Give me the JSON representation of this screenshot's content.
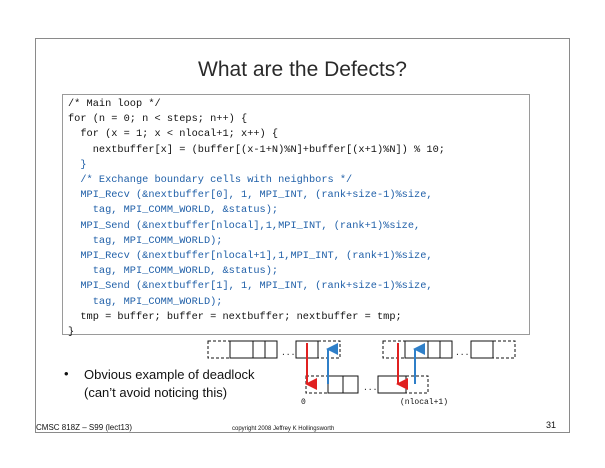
{
  "slide": {
    "title": "What are the Defects?",
    "code_lines": [
      {
        "text": "/* Main loop */",
        "color": "black"
      },
      {
        "text": "for (n = 0; n < steps; n++) {",
        "color": "black"
      },
      {
        "text": "  for (x = 1; x < nlocal+1; x++) {",
        "color": "black"
      },
      {
        "text": "    nextbuffer[x] = (buffer[(x-1+N)%N]+buffer[(x+1)%N]) % 10;",
        "color": "black"
      },
      {
        "text": "  }",
        "color": "blue"
      },
      {
        "text": "  /* Exchange boundary cells with neighbors */",
        "color": "blue"
      },
      {
        "text": "  MPI_Recv (&nextbuffer[0], 1, MPI_INT, (rank+size-1)%size,",
        "color": "blue"
      },
      {
        "text": "    tag, MPI_COMM_WORLD, &status);",
        "color": "blue"
      },
      {
        "text": "  MPI_Send (&nextbuffer[nlocal],1,MPI_INT, (rank+1)%size,",
        "color": "blue"
      },
      {
        "text": "    tag, MPI_COMM_WORLD);",
        "color": "blue"
      },
      {
        "text": "  MPI_Recv (&nextbuffer[nlocal+1],1,MPI_INT, (rank+1)%size,",
        "color": "blue"
      },
      {
        "text": "    tag, MPI_COMM_WORLD, &status);",
        "color": "blue"
      },
      {
        "text": "  MPI_Send (&nextbuffer[1], 1, MPI_INT, (rank+size-1)%size,",
        "color": "blue"
      },
      {
        "text": "    tag, MPI_COMM_WORLD);",
        "color": "blue"
      },
      {
        "text": "  tmp = buffer; buffer = nextbuffer; nextbuffer = tmp;",
        "color": "black"
      },
      {
        "text": "}",
        "color": "black"
      }
    ],
    "bullet_symbol": "•",
    "bullet_lines": [
      "Obvious example of deadlock",
      "(can’t avoid noticing this)"
    ],
    "diagram": {
      "ellipsis": "...",
      "label_zero": "0",
      "label_nlocal": "(nlocal+1)",
      "arrow_red": "#e02020",
      "arrow_blue": "#2f7fc8"
    },
    "footer": {
      "left": "CMSC 818Z – S99 (lect13)",
      "center": "copyright 2008 Jeffrey K Hollingsworth",
      "page_number": "31"
    }
  }
}
